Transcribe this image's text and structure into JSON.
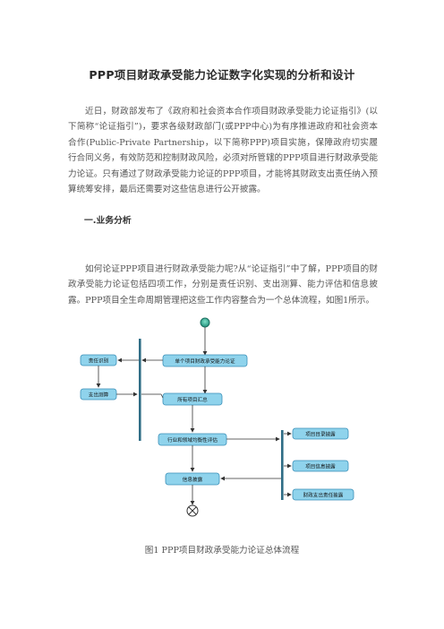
{
  "document": {
    "title": "PPP项目财政承受能力论证数字化实现的分析和设计",
    "paragraph_1": "近日，财政部发布了《政府和社会资本合作项目财政承受能力论证指引》(以下简称“论证指引”)，要求各级财政部门(或PPP中心)为有序推进政府和社会资本合作(Public-Private Partnership，以下简称PPP)项目实施，保障政府切实履行合同义务，有效防范和控制财政风险，必须对所管辖的PPP项目进行财政承受能力论证。只有通过了财政承受能力论证的PPP项目，才能将其财政支出责任纳入预算统筹安排，最后还需要对这些信息进行公开披露。",
    "section_heading": "一.业务分析",
    "paragraph_2": "如何论证PPP项目进行财政承受能力呢?从“论证指引”中了解，PPP项目的财政承受能力论证包括四项工作，分别是责任识别、支出测算、能力评估和信息披露。PPP项目全生命周期管理把这些工作内容整合为一个总体流程，如图1所示。",
    "figure_caption": "图1 PPP项目财政承受能力论证总体流程"
  },
  "diagram": {
    "nodes": {
      "responsibility_id": "责任识别",
      "expenditure_calc": "支出测算",
      "single_project_demo": "单个项目财政承受能力论证",
      "all_projects_summary": "所有项目汇总",
      "industry_field_balance": "行业和领域均衡性评估",
      "info_disclosure": "信息披露",
      "project_catalog": "项目目录披露",
      "project_info": "项目信息披露",
      "fiscal_expense": "财政支出责任披露"
    },
    "colors": {
      "node_fill": "#8fd3ec",
      "node_stroke": "#3a8fb8",
      "bar": "#2f6d86",
      "start_fill": "#2aa38f"
    }
  }
}
